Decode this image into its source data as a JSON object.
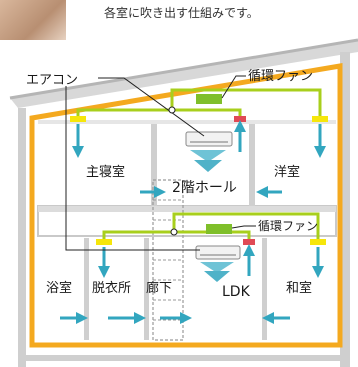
{
  "caption": "各室に吹き出す仕組みです。",
  "labels": {
    "aircon": "エアコン",
    "fan_upper": "循環ファン",
    "fan_lower": "循環ファン"
  },
  "rooms": {
    "master_bedroom": "主寝室",
    "hall_2f": "2階ホール",
    "western_room": "洋室",
    "bathroom": "浴室",
    "dressing_room": "脱衣所",
    "hallway": "廊下",
    "ldk": "LDK",
    "japanese_room": "和室"
  },
  "colors": {
    "house_outline": "#f4a91f",
    "wall": "#bdbdbd",
    "duct": "#a8cf1c",
    "flow_arrow": "#32a6bf",
    "vent_yellow": "#f6e60b",
    "vent_red": "#e04a55",
    "fan_box": "#7fbf2a"
  }
}
